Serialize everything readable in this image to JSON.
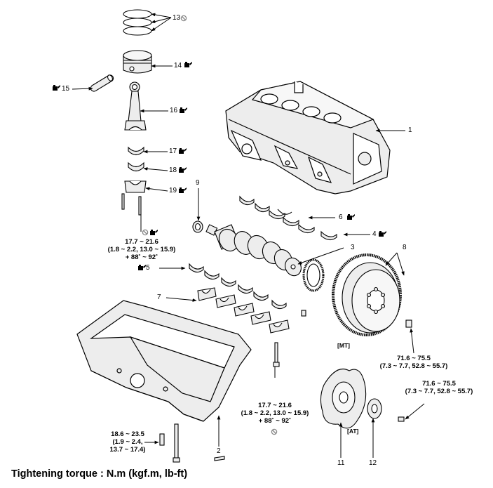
{
  "callouts": {
    "c1": "1",
    "c2": "2",
    "c3": "3",
    "c4": "4",
    "c5": "5",
    "c6": "6",
    "c7": "7",
    "c8": "8",
    "c9": "9",
    "c11": "11",
    "c12": "12",
    "c13": "13",
    "c14": "14",
    "c15": "15",
    "c16": "16",
    "c17": "17",
    "c18": "18",
    "c19": "19"
  },
  "torques": {
    "conrod": [
      "17.7 ~ 21.6",
      "(1.8 ~ 2.2, 13.0 ~ 15.9)",
      "+ 88˚ ~ 92˚"
    ],
    "main_bearing": [
      "17.7 ~ 21.6",
      "(1.8 ~ 2.2, 13.0 ~ 15.9)",
      "+ 88˚ ~ 92˚"
    ],
    "flywheel_mt": [
      "71.6 ~ 75.5",
      "(7.3 ~ 7.7, 52.8 ~ 55.7)"
    ],
    "driveplate_at": [
      "71.6 ~ 75.5",
      "(7.3 ~ 7.7, 52.8 ~ 55.7)"
    ],
    "oil_pan": [
      "18.6 ~ 23.5",
      "(1.9 ~ 2.4,",
      "13.7 ~ 17.4)"
    ]
  },
  "annotations": {
    "mt": "[MT]",
    "at": "[AT]"
  },
  "footer": "Tightening torque : N.m (kgf.m, lb-ft)",
  "colors": {
    "line": "#000000",
    "background": "#ffffff",
    "part_fill": "#ededed"
  },
  "icons": [
    "non-reuse-icon",
    "engine-oil-icon"
  ]
}
